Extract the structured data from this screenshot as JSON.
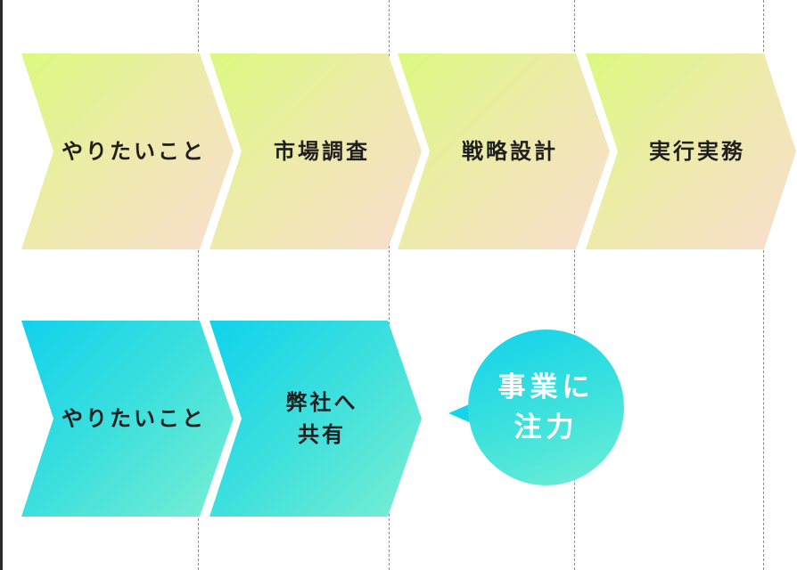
{
  "top_row": {
    "steps": [
      "やりたいこと",
      "市場調査",
      "戦略設計",
      "実行実務"
    ]
  },
  "bottom_row": {
    "steps": [
      "やりたいこと",
      "弊社へ\n共有"
    ],
    "callout": "事業に\n注力"
  },
  "colors": {
    "top_gradient": [
      "#dbf97f",
      "#eeeaac",
      "#f9ddcf"
    ],
    "bottom_gradient": [
      "#10d2ec",
      "#3ee0dd",
      "#7aefd2"
    ],
    "label_text": "#1f1f1f",
    "callout_text": "#ffffff"
  }
}
